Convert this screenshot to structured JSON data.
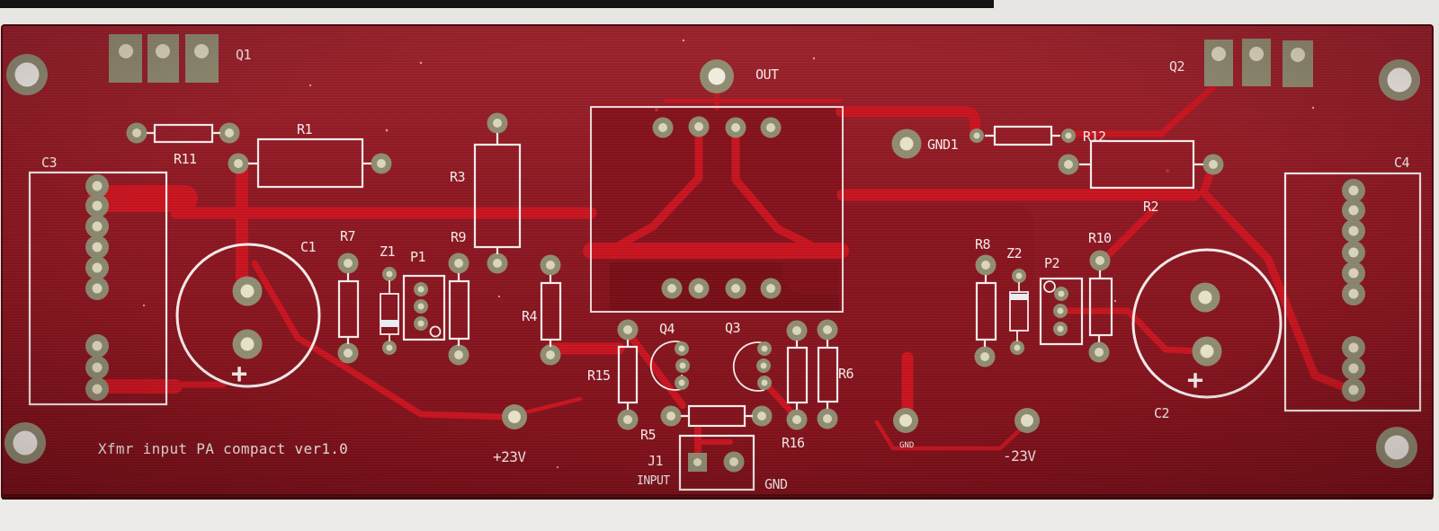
{
  "board": {
    "title": "Xfmr input PA compact ver1.0",
    "refs": {
      "q1": "Q1",
      "q2": "Q2",
      "q3": "Q3",
      "q4": "Q4",
      "r1": "R1",
      "r2": "R2",
      "r3": "R3",
      "r4": "R4",
      "r5": "R5",
      "r6": "R6",
      "r7": "R7",
      "r8": "R8",
      "r9": "R9",
      "r10": "R10",
      "r11": "R11",
      "r12": "R12",
      "r15": "R15",
      "r16": "R16",
      "c1": "C1",
      "c2": "C2",
      "c3": "C3",
      "c4": "C4",
      "z1": "Z1",
      "z2": "Z2",
      "p1": "P1",
      "p2": "P2",
      "j1": "J1"
    },
    "nets": {
      "out": "OUT",
      "gnd1": "GND1",
      "gnd_input": "GND",
      "gnd_rail": "GND",
      "input": "INPUT",
      "v_plus": "+23V",
      "v_minus": "-23V"
    },
    "marks": {
      "c1_polarity": "+",
      "c2_polarity": "+"
    },
    "colors": {
      "board": "#8c1822",
      "trace": "#c5141f",
      "pour_dark": "#7a0f18",
      "pad_ring": "#8e8b71",
      "pad_hole": "#d9d5ba",
      "drill_white": "#f2f1ec",
      "silkscreen": "#f3e9e9",
      "backdrop": "#e8e6e2"
    }
  }
}
